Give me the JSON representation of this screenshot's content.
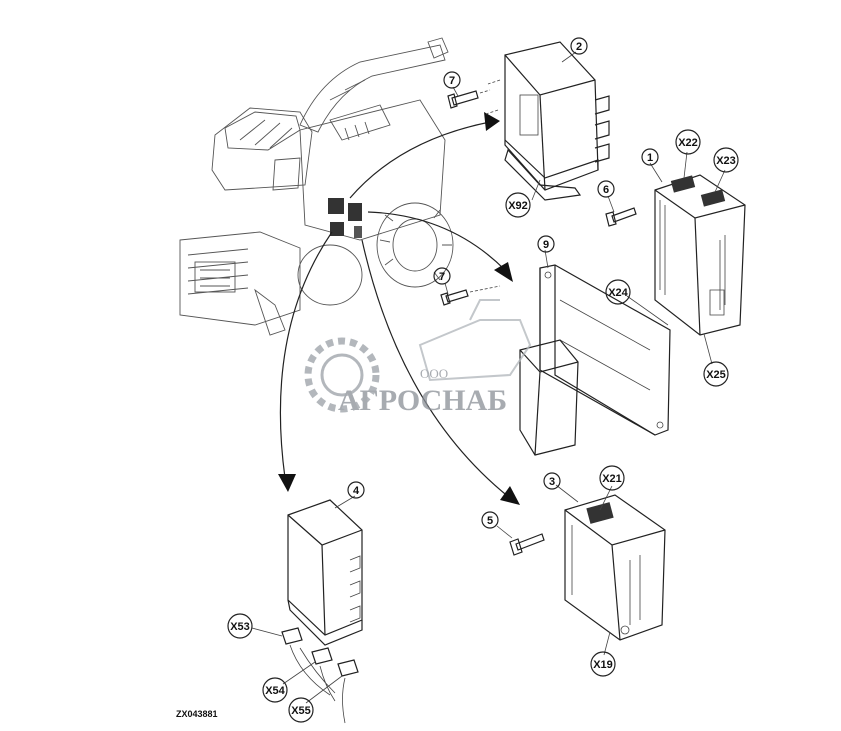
{
  "figure_ref": "ZX043881",
  "callouts": {
    "c1": "1",
    "c2": "2",
    "c3": "3",
    "c4": "4",
    "c5": "5",
    "c6": "6",
    "c7a": "7",
    "c7b": "7",
    "c9": "9",
    "x19": "X19",
    "x21": "X21",
    "x22": "X22",
    "x23": "X23",
    "x24": "X24",
    "x25": "X25",
    "x53": "X53",
    "x54": "X54",
    "x55": "X55",
    "x92": "X92"
  },
  "watermark": {
    "line1": "ООО",
    "line2": "АГРОСНАБ"
  },
  "colors": {
    "line": "#222222",
    "watermark": "#8a8f96",
    "background": "#ffffff"
  }
}
